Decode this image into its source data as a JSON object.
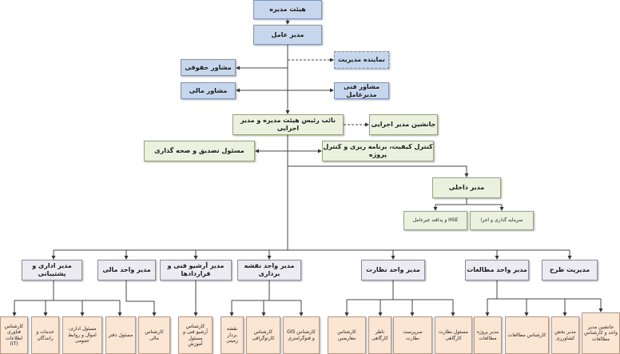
{
  "board": "هیئت مدیره",
  "ceo": "مدیر عامل",
  "mgmt_rep": "نماینده مدیریت",
  "legal_advisor": "مشاور حقوقی",
  "finance_advisor": "مشاور مالی",
  "tech_advisor": "مشاور فنی مدیرعامل",
  "vice_chair": "نائب رئیس هیئت مدیره و مدیر اجرایی",
  "deputy_exec": "جانشین مدیر اجرایی",
  "certification": "مسئول تصدیق و صحه گذاری",
  "quality_control": "کنترل کیفیت، برنامه ریزی و کنترل پروژه",
  "internal_manager": "مدیر داخلی",
  "hse": "HSE و پدافند غیرعامل",
  "investment": "سرمایه گذاری و اجرا",
  "units": [
    {
      "title": "مدیر اداری و پشتیبانی",
      "children": [
        "کارشناس فناوری اطلاعات (IT)",
        "خدمات و رانندگان",
        "مسئول اداری، اموال و روابط عمومی",
        "مسئول دفتر"
      ]
    },
    {
      "title": "مدیر واحد مالی",
      "children": [
        "کارشناس مالی"
      ]
    },
    {
      "title": "مدیر آرشیو فنی و قراردادها",
      "children": [
        "کارشناس آرشیو فنی و مسئول آموزش"
      ]
    },
    {
      "title": "مدیر واحد نقشه برداری",
      "children": [
        "نقشه بردار زمینی",
        "کارشناس کارتوگرافی",
        "کارشناس GIS و فتوگرامتری"
      ]
    },
    {
      "title": "مدیر واحد نظارت",
      "children": [
        "کارشناس معارضین",
        "ناظر کارگاهی",
        "سرپرست نظارت",
        "مسئول نظارت کارگاهی"
      ]
    },
    {
      "title": "مدیر واحد مطالعات",
      "children": [
        "مدیر پروژه مطالعات",
        "کارشناس مطالعات",
        "مدیر بخش کشاورزی",
        "جانشین مدیر واحد و کارشناس مطالعات"
      ]
    },
    {
      "title": "مدیریت طرح",
      "children": []
    }
  ]
}
